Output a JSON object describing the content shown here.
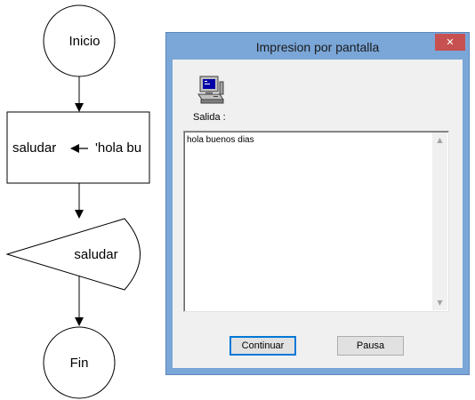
{
  "flowchart": {
    "start_label": "Inicio",
    "assign_variable": "saludar",
    "assign_value": "'hola bu",
    "output_label": "saludar",
    "end_label": "Fin"
  },
  "window": {
    "title": "Impresion por pantalla",
    "close_symbol": "✕",
    "icon": "computer-icon",
    "output_label": "Salida :",
    "output_text": "hola buenos dias",
    "scroll_up_symbol": "▲",
    "scroll_down_symbol": "▼",
    "buttons": {
      "continue_label": "Continuar",
      "pause_label": "Pausa"
    }
  }
}
